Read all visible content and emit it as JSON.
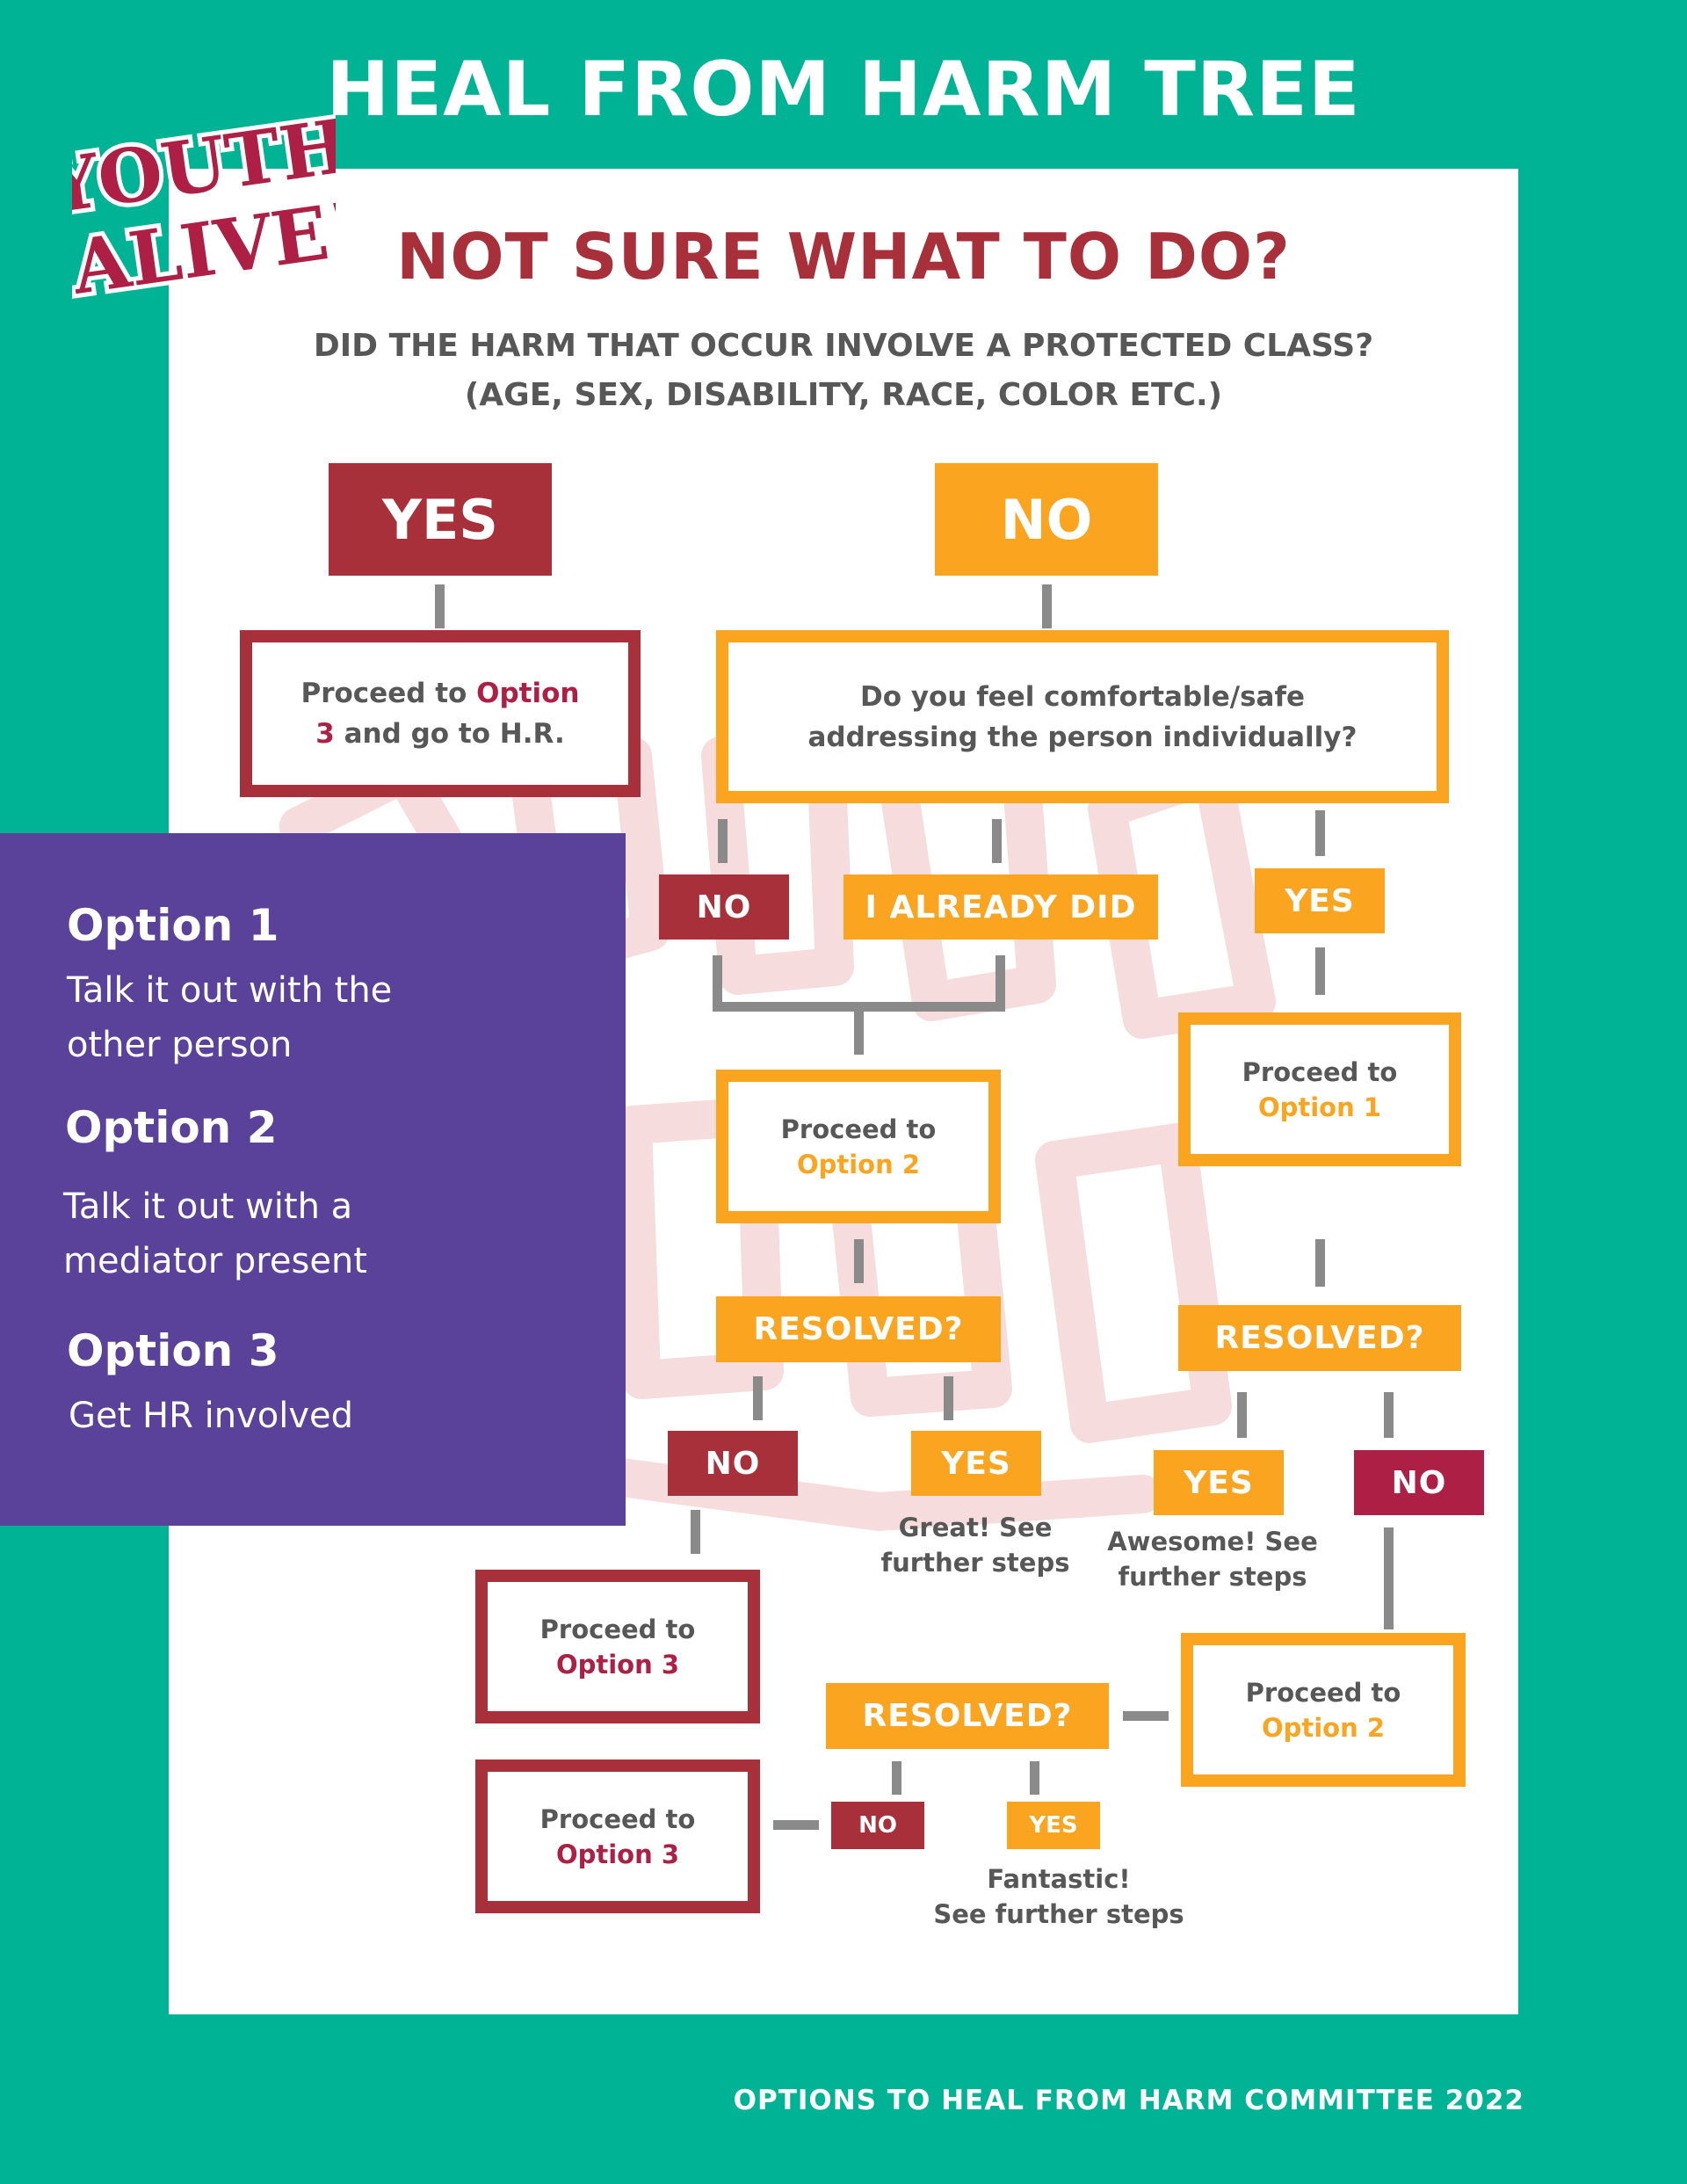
{
  "title": "HEAL FROM HARM TREE",
  "logo": {
    "line1": "YOUTH",
    "line2": "ALIVE!"
  },
  "subtitle": "NOT SURE WHAT TO DO?",
  "question": {
    "line1": "DID THE HARM THAT OCCUR INVOLVE A PROTECTED CLASS?",
    "line2": "(AGE, SEX, DISABILITY, RACE, COLOR ETC.)"
  },
  "top": {
    "yes": "YES",
    "no": "NO"
  },
  "hr_box": {
    "pre": "Proceed to ",
    "option": "Option",
    "line2_option": "3",
    "line2_rest": " and go to H.R."
  },
  "comfort_box": {
    "line1": "Do you feel comfortable/safe",
    "line2": "addressing the person individually?"
  },
  "branch": {
    "no": "NO",
    "already": "I ALREADY DID",
    "yes": "YES"
  },
  "proceed_label": "Proceed to",
  "option1": "Option 1",
  "option2": "Option 2",
  "option3": "Option 3",
  "resolved": "RESOLVED?",
  "no_label": "NO",
  "yes_label": "YES",
  "notes": {
    "great": {
      "line1": "Great! See",
      "line2": "further steps"
    },
    "awesome": {
      "line1": "Awesome! See",
      "line2": "further steps"
    },
    "fantastic": {
      "line1": "Fantastic!",
      "line2": "See further steps"
    }
  },
  "options_panel": {
    "items": [
      {
        "title": "Option 1",
        "desc_line1": "Talk it out with the",
        "desc_line2": "other person"
      },
      {
        "title": "Option 2",
        "desc_line1": "Talk it out with a",
        "desc_line2": "mediator present"
      },
      {
        "title": "Option 3",
        "desc_line1": "Get HR involved"
      }
    ]
  },
  "footer": "OPTIONS TO HEAL FROM HARM COMMITTEE 2022",
  "colors": {
    "background": "#00b394",
    "red": "#a8303a",
    "crimson": "#ad1f44",
    "orange": "#fba420",
    "purple": "#5a419a",
    "gray_text": "#575757",
    "connector": "#8a8a8a"
  }
}
